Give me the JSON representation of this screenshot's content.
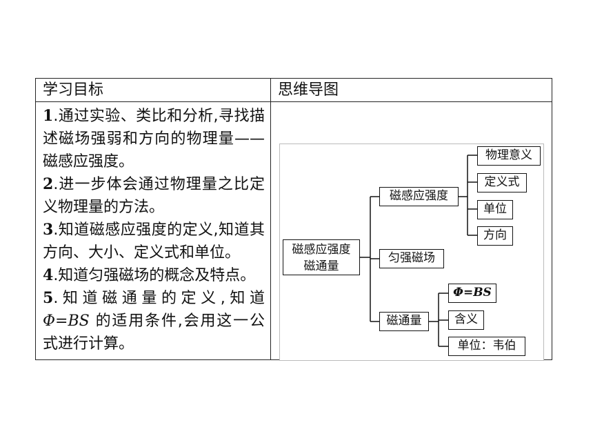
{
  "table": {
    "col1_header": "学习目标",
    "col2_header": "思维导图",
    "goals": [
      {
        "num": "1",
        "text": ".通过实验、类比和分析,寻找描述磁场强弱和方向的物理量——磁感应强度。"
      },
      {
        "num": "2",
        "text": ".进一步体会通过物理量之比定义物理量的方法。"
      },
      {
        "num": "3",
        "text": ".知道磁感应强度的定义,知道其方向、大小、定义式和单位。"
      },
      {
        "num": "4",
        "text": ".知道匀强磁场的概念及特点。"
      },
      {
        "num": "5",
        "text_before": ".知道磁通量的定义,知道",
        "formula": "Φ=BS",
        "text_after": "的适用条件,会用这一公式进行计算。"
      }
    ]
  },
  "mindmap": {
    "root_line1": "磁感应强度",
    "root_line2": "磁通量",
    "branch1": "磁感应强度",
    "branch1_children": [
      "物理意义",
      "定义式",
      "单位",
      "方向"
    ],
    "branch2": "匀强磁场",
    "branch3": "磁通量",
    "branch3_children": [
      "Φ=BS",
      "含义",
      "单位：韦伯"
    ]
  }
}
